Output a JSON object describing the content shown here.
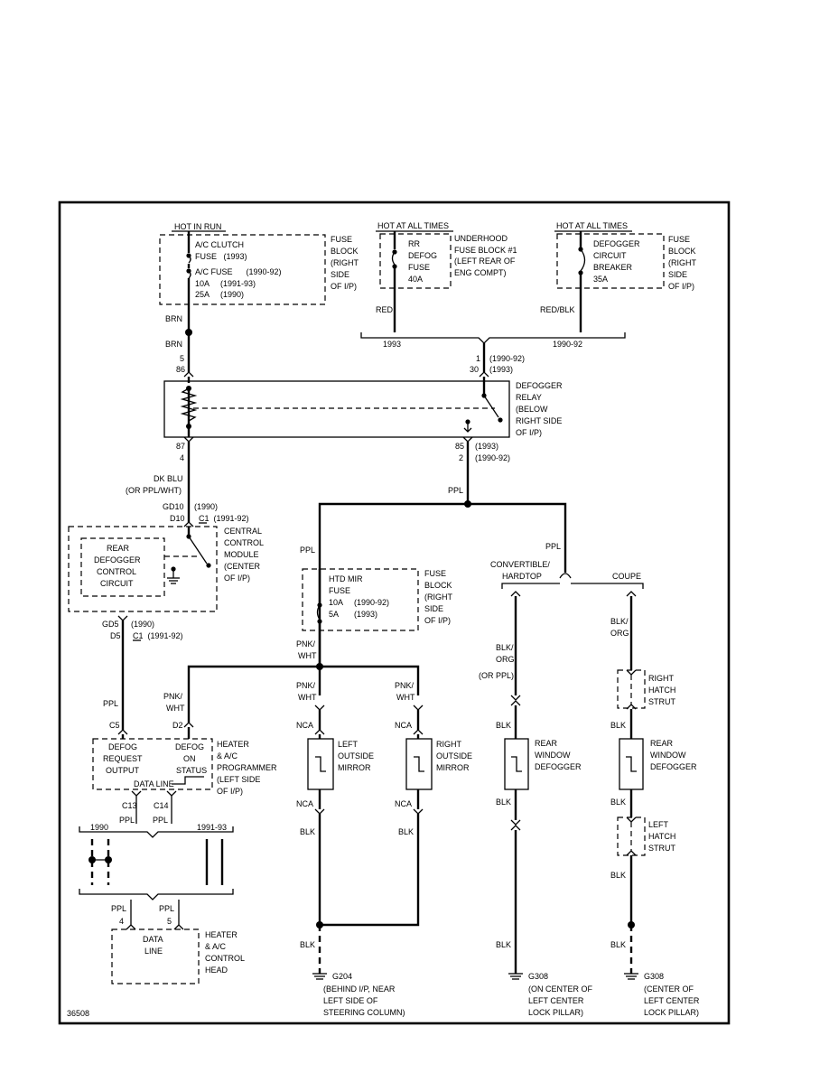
{
  "diagram": {
    "figure_id": "36508",
    "power_sources": {
      "hot_in_run": "HOT IN RUN",
      "hot_at_all_times_1": "HOT AT ALL TIMES",
      "hot_at_all_times_2": "HOT AT ALL TIMES"
    },
    "fuse_block_left": {
      "title": [
        "FUSE",
        "BLOCK",
        "(RIGHT",
        "SIDE",
        "OF I/P)"
      ],
      "lines": [
        "A/C CLUTCH",
        "FUSE   (1993)",
        "A/C FUSE      (1990-92)",
        "10A     (1991-93)",
        "25A     (1990)"
      ]
    },
    "underhood_fuse": {
      "lines": [
        "RR",
        "DEFOG",
        "FUSE",
        "40A"
      ],
      "title": [
        "UNDERHOOD",
        "FUSE BLOCK #1",
        "(LEFT REAR OF",
        "ENG COMPT)"
      ]
    },
    "defogger_breaker": {
      "lines": [
        "DEFOGGER",
        "CIRCUIT",
        "BREAKER",
        "35A"
      ],
      "title": [
        "FUSE",
        "BLOCK",
        "(RIGHT",
        "SIDE",
        "OF I/P)"
      ]
    },
    "wires": {
      "brn_1": "BRN",
      "brn_2": "BRN",
      "red": "RED",
      "red_blk": "RED/BLK",
      "year_1993": "1993",
      "year_1990_92": "1990-92",
      "pin_5": "5",
      "pin_86": "86",
      "pin_1": "1",
      "pin_1_note": "(1990-92)",
      "pin_30": "30",
      "pin_30_note": "(1993)",
      "pin_87": "87",
      "pin_4": "4",
      "pin_85": "85",
      "pin_85_note": "(1993)",
      "pin_2": "2",
      "pin_2_note": "(1990-92)",
      "dk_blu": "DK BLU",
      "or_ppl_wht": "(OR PPL/WHT)",
      "ppl_relay": "PPL",
      "ppl_left": "PPL",
      "ppl_right": "PPL",
      "pnk_wht": [
        "PNK/",
        "WHT"
      ],
      "pnk_wht_left": [
        "PNK/",
        "WHT"
      ],
      "pnk_wht_right": [
        "PNK/",
        "WHT"
      ],
      "blk_org_conv": [
        "BLK/",
        "ORG"
      ],
      "or_ppl": "(OR PPL)",
      "blk_org_coupe": [
        "BLK/",
        "ORG"
      ],
      "blk": "BLK",
      "nca": "NCA",
      "ppl": "PPL"
    },
    "relay": {
      "label": [
        "DEFOGGER",
        "RELAY",
        "(BELOW",
        "RIGHT SIDE",
        "OF I/P)"
      ]
    },
    "ccm": {
      "gd10": "GD10",
      "gd10_note": "(1990)",
      "d10": "D10",
      "c1_note": "C1  (1991-92)",
      "label": [
        "CENTRAL",
        "CONTROL",
        "MODULE",
        "(CENTER",
        "OF I/P)"
      ],
      "inner": [
        "REAR",
        "DEFOGGER",
        "CONTROL",
        "CIRCUIT"
      ],
      "gd5": "GD5",
      "gd5_note": "(1990)",
      "d5": "D5",
      "c1_note_2": "C1  (1991-92)"
    },
    "htd_mir_fuse": {
      "lines": [
        "HTD MIR",
        "FUSE",
        "10A     (1990-92)",
        "5A       (1993)"
      ],
      "title": [
        "FUSE",
        "BLOCK",
        "(RIGHT",
        "SIDE",
        "OF I/P)"
      ]
    },
    "body_styles": {
      "convertible": [
        "CONVERTIBLE/",
        "HARDTOP"
      ],
      "coupe": "COUPE"
    },
    "heater_programmer": {
      "c5": "C5",
      "d2": "D2",
      "defog_request": [
        "DEFOG",
        "REQUEST",
        "OUTPUT"
      ],
      "defog_on": [
        "DEFOG",
        "ON",
        "STATUS"
      ],
      "label": [
        "HEATER",
        "& A/C",
        "PROGRAMMER",
        "(LEFT SIDE",
        "OF I/P)"
      ],
      "data_line": "DATA LINE",
      "c13": "C13",
      "c14": "C14"
    },
    "year_split": {
      "y1990": "1990",
      "y1991_93": "1991-93"
    },
    "control_head": {
      "pin_4": "4",
      "pin_5": "5",
      "data_line": [
        "DATA",
        "LINE"
      ],
      "label": [
        "HEATER",
        "& A/C",
        "CONTROL",
        "HEAD"
      ]
    },
    "components": {
      "left_mirror": [
        "LEFT",
        "OUTSIDE",
        "MIRROR"
      ],
      "right_mirror": [
        "RIGHT",
        "OUTSIDE",
        "MIRROR"
      ],
      "rear_defogger_conv": [
        "REAR",
        "WINDOW",
        "DEFOGGER"
      ],
      "rear_defogger_coupe": [
        "REAR",
        "WINDOW",
        "DEFOGGER"
      ],
      "right_hatch": [
        "RIGHT",
        "HATCH",
        "STRUT"
      ],
      "left_hatch": [
        "LEFT",
        "HATCH",
        "STRUT"
      ]
    },
    "grounds": {
      "g204": "G204",
      "g204_loc": [
        "(BEHIND I/P, NEAR",
        "LEFT SIDE OF",
        "STEERING COLUMN)"
      ],
      "g308_a": "G308",
      "g308_a_loc": [
        "(ON CENTER OF",
        "LEFT CENTER",
        "LOCK PILLAR)"
      ],
      "g308_b": "G308",
      "g308_b_loc": [
        "(CENTER OF",
        "LEFT CENTER",
        "LOCK PILLAR)"
      ]
    }
  }
}
